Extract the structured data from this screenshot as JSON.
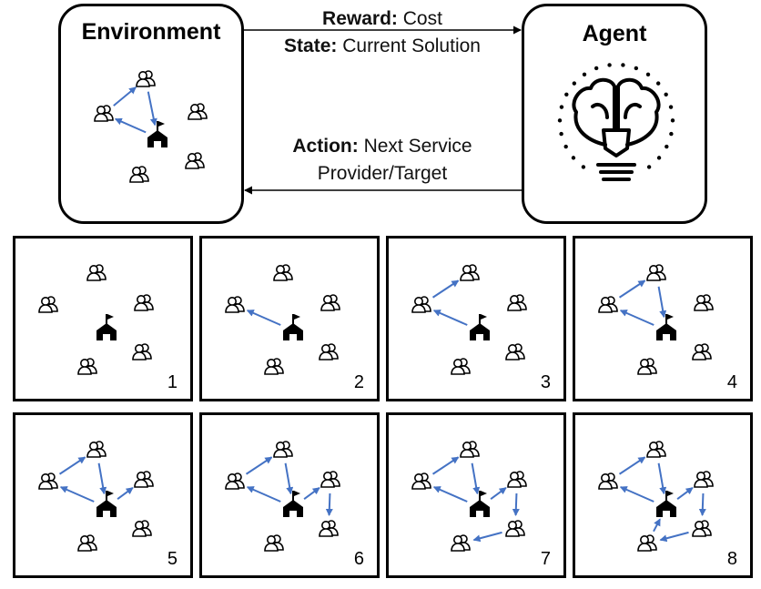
{
  "environment": {
    "label": "Environment"
  },
  "agent": {
    "label": "Agent"
  },
  "top_message": {
    "reward_key": "Reward:",
    "reward_value": "Cost",
    "state_key": "State:",
    "state_value": "Current Solution"
  },
  "bottom_message": {
    "action_key": "Action:",
    "action_value_line1": "Next Service",
    "action_value_line2": "Provider/Target"
  },
  "colors": {
    "arrow": "#4472C4",
    "stroke": "#000000"
  },
  "icons": {
    "node": "users-icon",
    "depot": "house-flag-icon",
    "agent": "lightbulb-brain-icon"
  },
  "panels": [
    {
      "number": "1",
      "route": []
    },
    {
      "number": "2",
      "route": [
        "D",
        "L"
      ]
    },
    {
      "number": "3",
      "route": [
        "D",
        "L",
        "T"
      ]
    },
    {
      "number": "4",
      "route": [
        "D",
        "L",
        "T",
        "D"
      ]
    },
    {
      "number": "5",
      "route": [
        "D",
        "L",
        "T",
        "D",
        "R1"
      ]
    },
    {
      "number": "6",
      "route": [
        "D",
        "L",
        "T",
        "D",
        "R1",
        "R2"
      ]
    },
    {
      "number": "7",
      "route": [
        "D",
        "L",
        "T",
        "D",
        "R1",
        "R2",
        "B"
      ]
    },
    {
      "number": "8",
      "route": [
        "D",
        "L",
        "T",
        "D",
        "R1",
        "R2",
        "B",
        "D"
      ]
    }
  ]
}
